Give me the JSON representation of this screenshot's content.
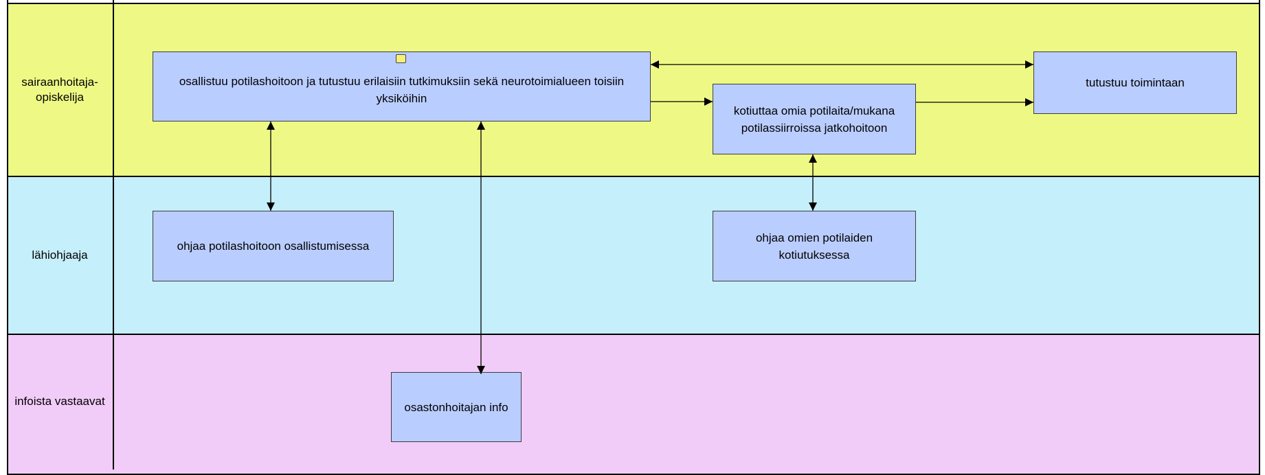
{
  "lanes": [
    {
      "id": "top",
      "label": "",
      "color": "#ffffff"
    },
    {
      "id": "student",
      "label": "sairaanhoitaja-\nopiskelija",
      "color": "#eef985"
    },
    {
      "id": "mentor",
      "label": "lähiohjaaja",
      "color": "#c5effb"
    },
    {
      "id": "info",
      "label": "infoista vastaavat",
      "color": "#f2ccf8"
    }
  ],
  "tasks": {
    "participate": "osallistuu potilashoitoon ja tutustuu erilaisiin tutkimuksiin sekä neurotoimialueen toisiin yksiköihin",
    "discharge": "kotiuttaa omia potilaita/mukana potilassiirroissa jatkohoitoon",
    "familiarize": "tutustuu toimintaan",
    "guide_care": "ohjaa potilashoitoon osallistumisessa",
    "guide_discharge": "ohjaa omien potilaiden kotiutuksessa",
    "head_nurse_info": "osastonhoitajan info"
  },
  "colors": {
    "task_fill": "#bacdff",
    "task_border": "#3c3c3c",
    "line": "#000000",
    "note": "#f5f07a"
  }
}
